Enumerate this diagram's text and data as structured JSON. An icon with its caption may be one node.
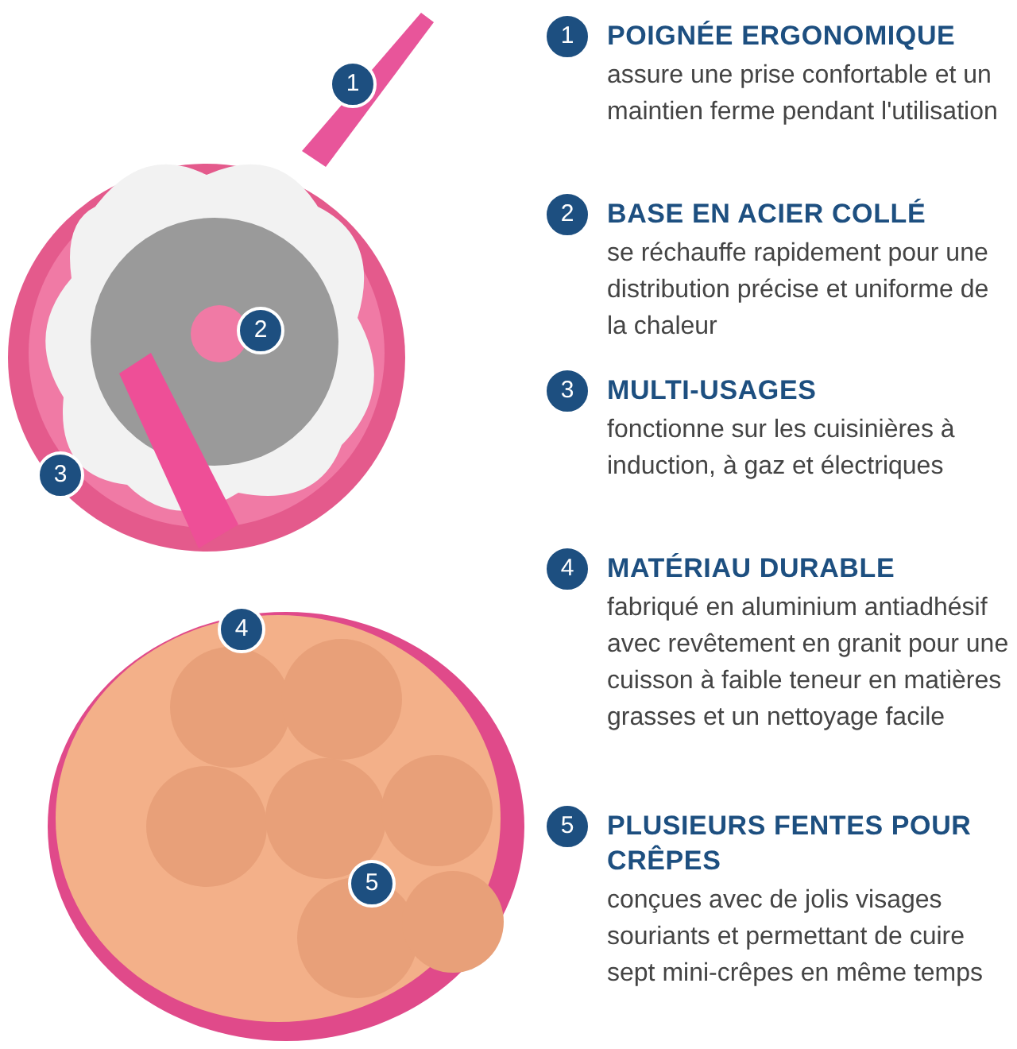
{
  "diagram": {
    "nodes": [
      {
        "text": [
          "1"
        ]
      },
      {
        "text": [
          "2"
        ]
      },
      {
        "text": [
          "3"
        ]
      },
      {
        "text": [
          "4"
        ]
      },
      {
        "text": [
          "5"
        ]
      },
      {
        "text": [
          "1"
        ],
        "beside": [
          "POIGNÉE ERGONOMIQUE",
          "assure une prise confortable et un maintien ferme pendant l'utilisation"
        ]
      },
      {
        "text": [
          "2"
        ],
        "beside": [
          "BASE EN ACIER COLLÉ",
          "se réchauffe rapidement pour une distribution précise et uniforme de la chaleur"
        ]
      },
      {
        "text": [
          "3"
        ],
        "beside": [
          "MULTI-USAGES",
          "fonctionne sur les cuisinières à induction, à gaz et électriques"
        ]
      },
      {
        "text": [
          "4"
        ],
        "beside": [
          "MATÉRIAU DURABLE",
          "fabriqué en aluminium antiadhésif avec revêtement en granit pour une cuisson à faible teneur en matières grasses et un nettoyage facile"
        ]
      },
      {
        "text": [
          "5"
        ],
        "beside": [
          "PLUSIEURS FENTES POUR CRÊPES",
          "conçues avec de jolis visages souriants et permettant de cuire sept mini-crêpes en même temps"
        ]
      }
    ]
  }
}
